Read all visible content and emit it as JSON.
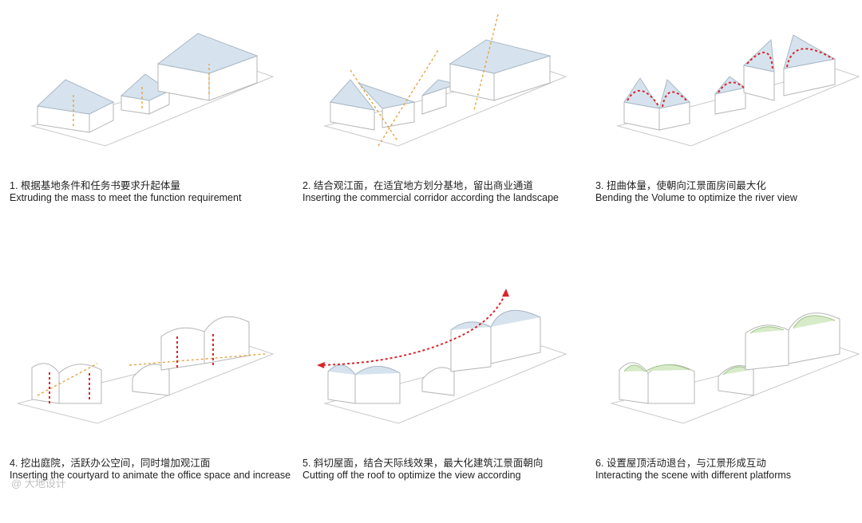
{
  "colors": {
    "roof": "#d6e3ee",
    "green_roof": "#d7ebc9",
    "arrow_orange": "#e3a33f",
    "arrow_red": "#d8262b",
    "caption": "#222222"
  },
  "steps": [
    {
      "zh": "1. 根据基地条件和任务书要求升起体量",
      "en": "Extruding the mass to meet the function requirement"
    },
    {
      "zh": "2. 结合观江面，在适宜地方划分基地，留出商业通道",
      "en": "Inserting the commercial corridor according the landscape"
    },
    {
      "zh": "3. 扭曲体量，使朝向江景面房间最大化",
      "en": "Bending the Volume to optimize the river view"
    },
    {
      "zh": "4. 挖出庭院，活跃办公空间，同时增加观江面",
      "en": "Inserting the courtyard to animate the office space and increase the eyesight"
    },
    {
      "zh": "5. 斜切屋面，结合天际线效果，最大化建筑江景面朝向",
      "en": "Cutting off the roof to optimize the view according"
    },
    {
      "zh": "6. 设置屋顶活动退台，与江景形成互动",
      "en": "Interacting the scene with different platforms"
    }
  ],
  "watermark": "@ 大地设计",
  "icons": {
    "arrow": "dashed-arrow-icon"
  }
}
